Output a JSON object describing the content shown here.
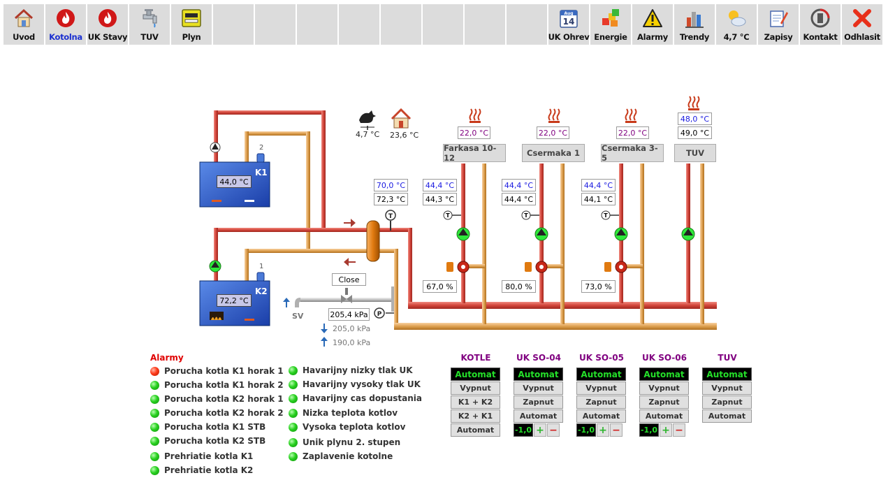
{
  "toolbar": {
    "left": [
      {
        "label": "Uvod",
        "icon": "house-icon"
      },
      {
        "label": "Kotolna",
        "icon": "flame-icon"
      },
      {
        "label": "UK Stavy",
        "icon": "flame-icon"
      },
      {
        "label": "TUV",
        "icon": "faucet-icon"
      },
      {
        "label": "Plyn",
        "icon": "gas-meter-icon"
      }
    ],
    "right": [
      {
        "label": "UK Ohrev",
        "icon": "calendar-icon",
        "calendar_day": "14",
        "calendar_month": "Aug"
      },
      {
        "label": "Energie",
        "icon": "energy-cubes-icon"
      },
      {
        "label": "Alarmy",
        "icon": "warning-icon"
      },
      {
        "label": "Trendy",
        "icon": "bar-chart-icon"
      },
      {
        "label": "4,7 °C",
        "icon": "weather-icon"
      },
      {
        "label": "Zapisy",
        "icon": "notepad-icon"
      },
      {
        "label": "Kontakt",
        "icon": "contact-icon"
      },
      {
        "label": "Odhlasit",
        "icon": "logout-x-icon"
      }
    ]
  },
  "outdoor": {
    "outside_temp": "4,7 °C",
    "inside_temp": "23,6 °C"
  },
  "boilers": {
    "k1": {
      "name": "K1",
      "temp": "44,0 °C",
      "tag": "2"
    },
    "k2": {
      "name": "K2",
      "temp": "72,2 °C",
      "tag": "1"
    }
  },
  "header_sensor": {
    "set": "70,0 °C",
    "actual": "72,3 °C"
  },
  "valve": {
    "label": "Close",
    "sv_label": "SV"
  },
  "pressure": {
    "main": "205,4 kPa",
    "high": "205,0 kPa",
    "low": "190,0 kPa"
  },
  "circuits": [
    {
      "name": "Farkasa 10-12",
      "room": "22,0 °C",
      "set": "44,4 °C",
      "actual": "44,3 °C",
      "valve": "67,0 %"
    },
    {
      "name": "Csermaka 1",
      "room": "22,0 °C",
      "set": "44,4 °C",
      "actual": "44,4 °C",
      "valve": "80,0 %"
    },
    {
      "name": "Csermaka 3-5",
      "room": "22,0 °C",
      "set": "44,4 °C",
      "actual": "44,1 °C",
      "valve": "73,0 %"
    },
    {
      "name": "TUV",
      "room": "48,0 °C",
      "actual_room": "49,0 °C"
    }
  ],
  "alarms": {
    "title": "Alarmy",
    "left": [
      {
        "text": "Porucha kotla K1 horak 1",
        "state": "red"
      },
      {
        "text": "Porucha kotla K1 horak 2",
        "state": "green"
      },
      {
        "text": "Porucha kotla K2 horak 1",
        "state": "green"
      },
      {
        "text": "Porucha kotla K2 horak 2",
        "state": "green"
      },
      {
        "text": "Porucha kotla K1 STB",
        "state": "green"
      },
      {
        "text": "Porucha kotla K2 STB",
        "state": "green"
      },
      {
        "text": "Prehriatie kotla K1",
        "state": "green"
      },
      {
        "text": "Prehriatie kotla K2",
        "state": "green"
      }
    ],
    "right": [
      {
        "text": "Havarijny nizky tlak UK",
        "state": "green"
      },
      {
        "text": "Havarijny vysoky tlak UK",
        "state": "green"
      },
      {
        "text": "Havarijny cas dopustania",
        "state": "green"
      },
      {
        "text": "Nizka teplota kotlov",
        "state": "green"
      },
      {
        "text": "Vysoka teplota kotlov",
        "state": "green"
      },
      {
        "text": "Unik plynu 2. stupen",
        "state": "green"
      },
      {
        "text": "Zaplavenie kotolne",
        "state": "green"
      }
    ]
  },
  "controls": [
    {
      "title": "KOTLE",
      "mode": "Automat",
      "buttons": [
        "Vypnut",
        "K1 + K2",
        "K2 + K1",
        "Automat"
      ]
    },
    {
      "title": "UK SO-04",
      "mode": "Automat",
      "buttons": [
        "Vypnut",
        "Zapnut",
        "Automat"
      ],
      "correction": "-1,0"
    },
    {
      "title": "UK SO-05",
      "mode": "Automat",
      "buttons": [
        "Vypnut",
        "Zapnut",
        "Automat"
      ],
      "correction": "-1,0"
    },
    {
      "title": "UK SO-06",
      "mode": "Automat",
      "buttons": [
        "Vypnut",
        "Zapnut",
        "Automat"
      ],
      "correction": "-1,0"
    },
    {
      "title": "TUV",
      "mode": "Automat",
      "buttons": [
        "Vypnut",
        "Zapnut",
        "Automat"
      ]
    }
  ],
  "colors": {
    "supply": "#c8342a",
    "return": "#d89a3a",
    "active_nav": "#1a2fd0",
    "alarm_title": "#e00000",
    "status_text": "#25e02a",
    "column_title": "#800080"
  }
}
